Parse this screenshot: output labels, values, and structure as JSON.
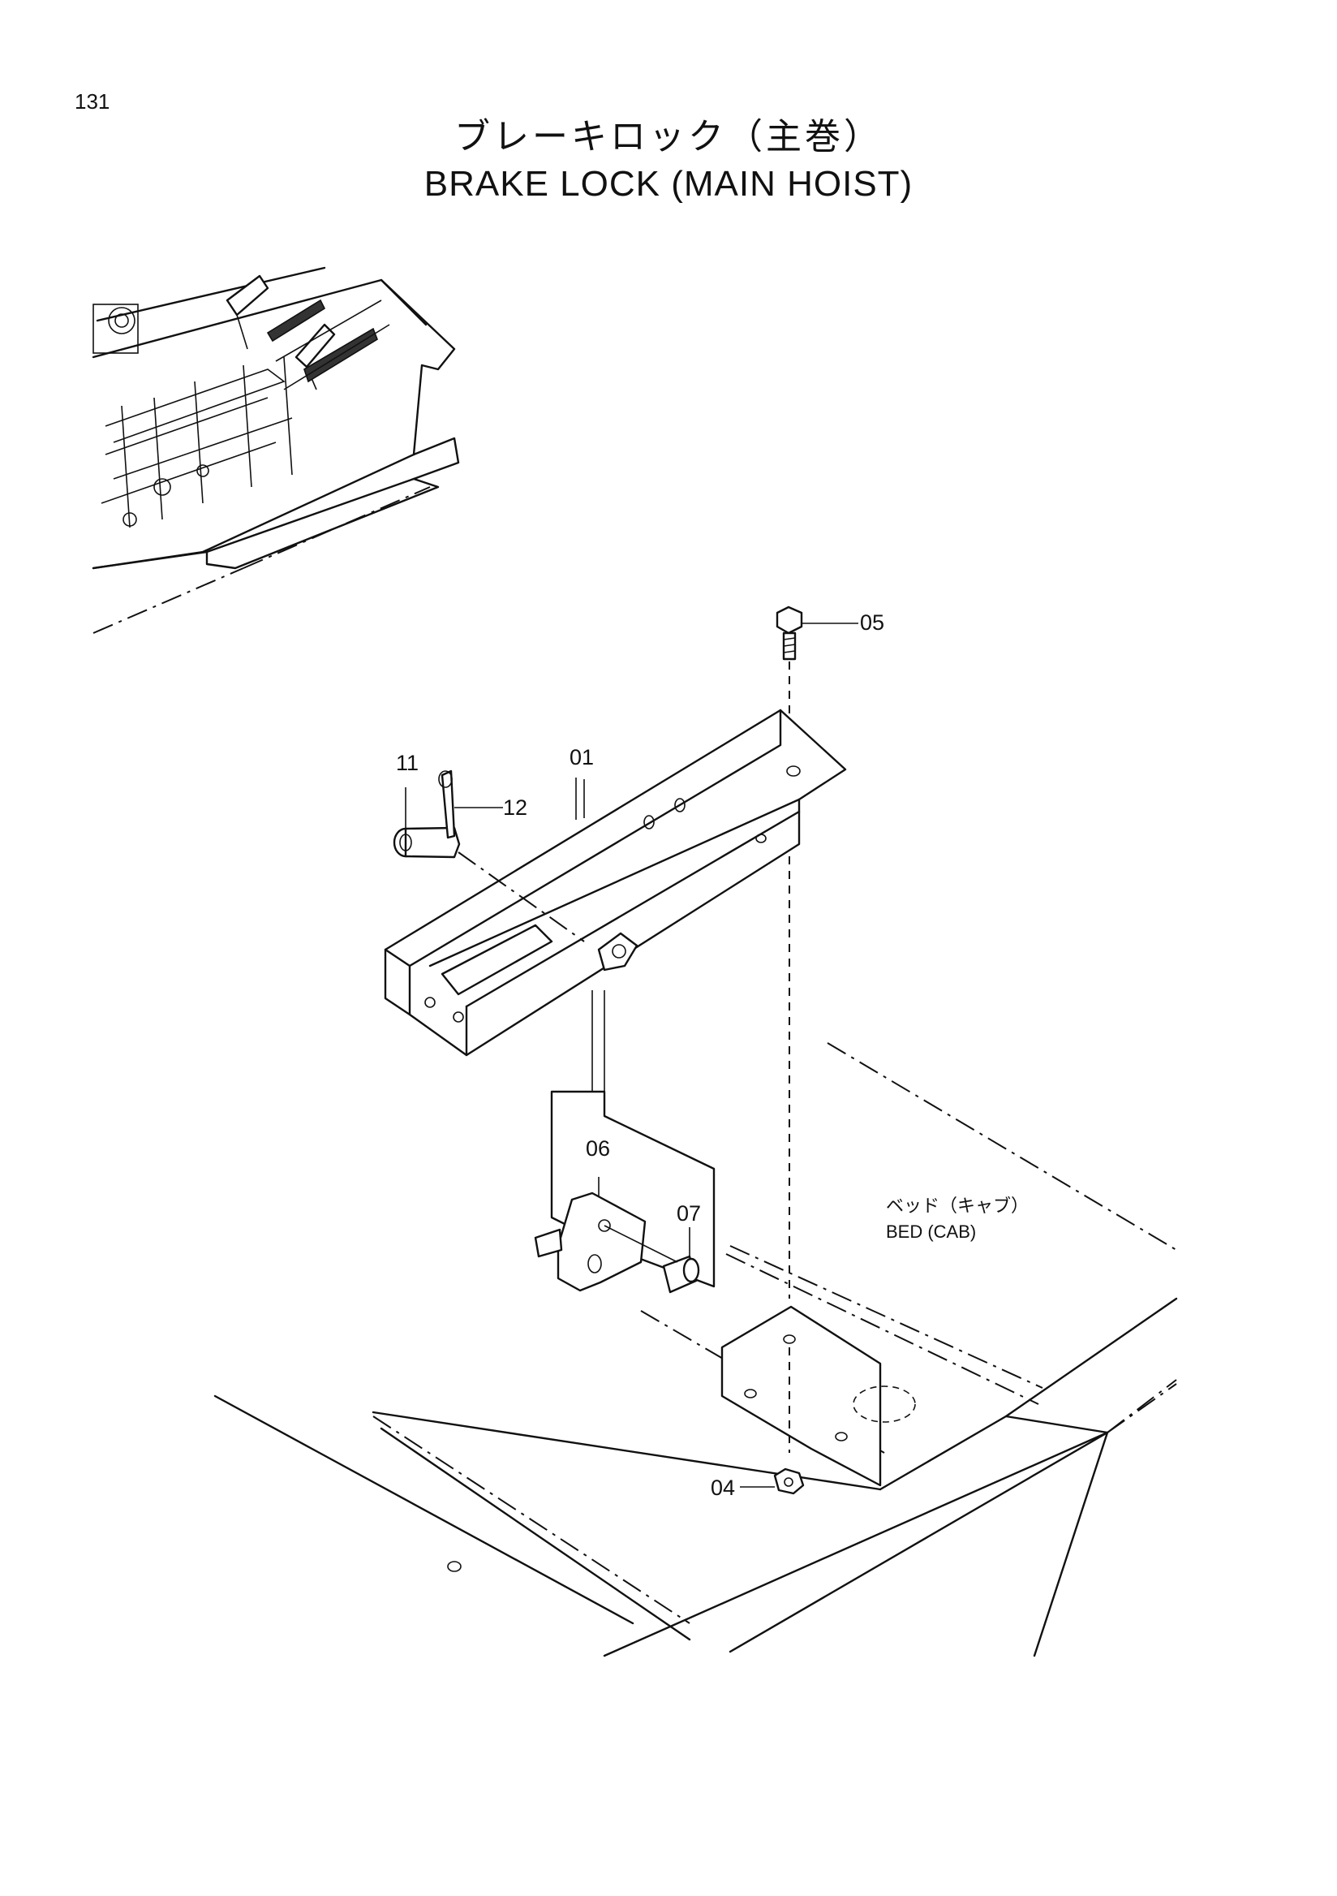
{
  "page_number": "131",
  "title": {
    "japanese": "ブレーキロック（主巻）",
    "english": "BRAKE LOCK (MAIN HOIST)"
  },
  "callouts": {
    "p01": "01",
    "p04": "04",
    "p05": "05",
    "p06": "06",
    "p07": "07",
    "p11": "11",
    "p12": "12"
  },
  "bed_label": {
    "japanese": "ベッド（キャブ）",
    "english": "BED (CAB)"
  }
}
